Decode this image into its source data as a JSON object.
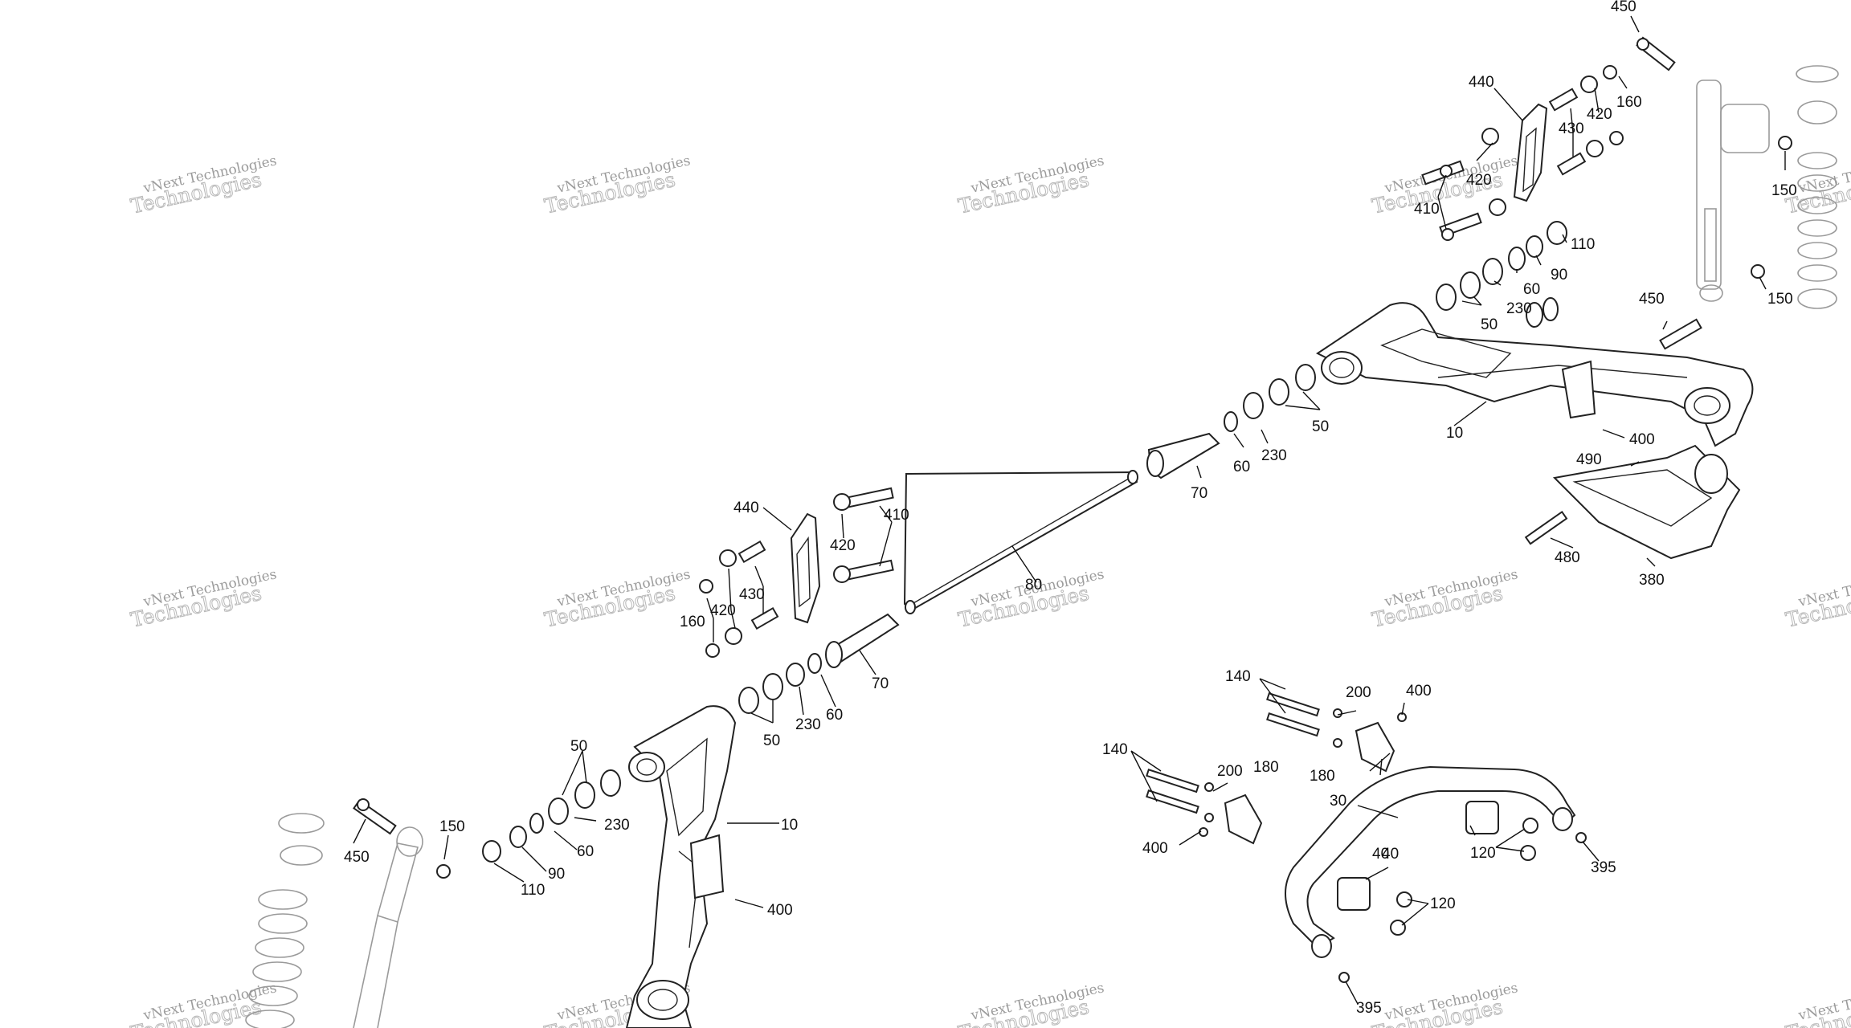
{
  "diagram": {
    "watermark": {
      "line1": "vNext Technologies",
      "line2": "Technologies"
    },
    "callouts": [
      {
        "id": "c450a",
        "text": "450"
      },
      {
        "id": "c440a",
        "text": "440"
      },
      {
        "id": "c160a",
        "text": "160"
      },
      {
        "id": "c420a",
        "text": "420"
      },
      {
        "id": "c430a",
        "text": "430"
      },
      {
        "id": "c420b",
        "text": "420"
      },
      {
        "id": "c410a",
        "text": "410"
      },
      {
        "id": "c150a",
        "text": "150"
      },
      {
        "id": "c150b",
        "text": "150"
      },
      {
        "id": "c110a",
        "text": "110"
      },
      {
        "id": "c90a",
        "text": "90"
      },
      {
        "id": "c60a",
        "text": "60"
      },
      {
        "id": "c230a",
        "text": "230"
      },
      {
        "id": "c50a",
        "text": "50"
      },
      {
        "id": "c450b",
        "text": "450"
      },
      {
        "id": "c50b",
        "text": "50"
      },
      {
        "id": "c230b",
        "text": "230"
      },
      {
        "id": "c60b",
        "text": "60"
      },
      {
        "id": "c70a",
        "text": "70"
      },
      {
        "id": "c10a",
        "text": "10"
      },
      {
        "id": "c400a",
        "text": "400"
      },
      {
        "id": "c490",
        "text": "490"
      },
      {
        "id": "c480",
        "text": "480"
      },
      {
        "id": "c380",
        "text": "380"
      },
      {
        "id": "c440b",
        "text": "440"
      },
      {
        "id": "c410b",
        "text": "410"
      },
      {
        "id": "c420c",
        "text": "420"
      },
      {
        "id": "c430b",
        "text": "430"
      },
      {
        "id": "c420d",
        "text": "420"
      },
      {
        "id": "c160b",
        "text": "160"
      },
      {
        "id": "c80",
        "text": "80"
      },
      {
        "id": "c70b",
        "text": "70"
      },
      {
        "id": "c60c",
        "text": "60"
      },
      {
        "id": "c230c",
        "text": "230"
      },
      {
        "id": "c50c",
        "text": "50"
      },
      {
        "id": "c50d",
        "text": "50"
      },
      {
        "id": "c230d",
        "text": "230"
      },
      {
        "id": "c60d",
        "text": "60"
      },
      {
        "id": "c90b",
        "text": "90"
      },
      {
        "id": "c110b",
        "text": "110"
      },
      {
        "id": "c10b",
        "text": "10"
      },
      {
        "id": "c400b",
        "text": "400"
      },
      {
        "id": "c450c",
        "text": "450"
      },
      {
        "id": "c150c",
        "text": "150"
      },
      {
        "id": "c140a",
        "text": "140"
      },
      {
        "id": "c200a",
        "text": "200"
      },
      {
        "id": "c400c",
        "text": "400"
      },
      {
        "id": "c180a",
        "text": "180"
      },
      {
        "id": "c140b",
        "text": "140"
      },
      {
        "id": "c200b",
        "text": "200"
      },
      {
        "id": "c180b",
        "text": "180"
      },
      {
        "id": "c400d",
        "text": "400"
      },
      {
        "id": "c30",
        "text": "30"
      },
      {
        "id": "c40a",
        "text": "40"
      },
      {
        "id": "c120a",
        "text": "120"
      },
      {
        "id": "c395a",
        "text": "395"
      },
      {
        "id": "c40b",
        "text": "40"
      },
      {
        "id": "c120b",
        "text": "120"
      },
      {
        "id": "c395b",
        "text": "395"
      }
    ]
  }
}
